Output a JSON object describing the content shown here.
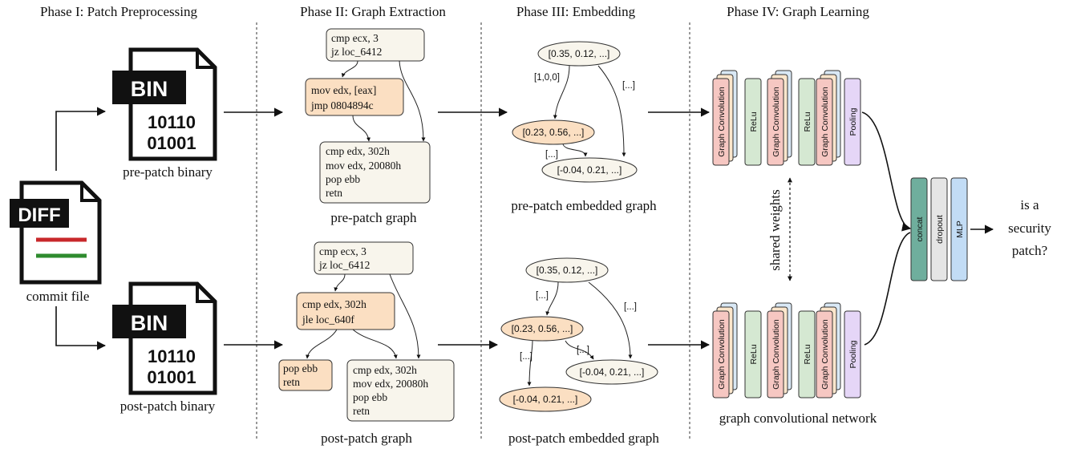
{
  "phases": [
    "Phase I: Patch Preprocessing",
    "Phase II: Graph Extraction",
    "Phase III: Embedding",
    "Phase IV: Graph Learning"
  ],
  "phase1": {
    "diff_icon": "DIFF",
    "commit_caption": "commit file",
    "bin_icon": "BIN",
    "bin_digits_1": "10110",
    "bin_digits_2": "01001",
    "pre_caption": "pre-patch binary",
    "post_caption": "post-patch binary",
    "diff_line_colors": [
      "#c8282b",
      "#2e8b2e"
    ]
  },
  "phase2": {
    "pre": {
      "block1": [
        "cmp ecx, 3",
        "jz loc_6412"
      ],
      "block2": [
        "mov edx, [eax]",
        "jmp 0804894c"
      ],
      "block3": [
        "cmp edx, 302h",
        "mov edx, 20080h",
        "pop ebb",
        "retn"
      ],
      "caption": "pre-patch graph"
    },
    "post": {
      "block1": [
        "cmp ecx, 3",
        "jz loc_6412"
      ],
      "block2": [
        "cmp edx, 302h",
        "jle loc_640f"
      ],
      "block3": [
        "pop ebb",
        "retn"
      ],
      "block4": [
        "cmp edx, 302h",
        "mov edx, 20080h",
        "pop ebb",
        "retn"
      ],
      "caption": "post-patch graph"
    }
  },
  "phase3": {
    "pre": {
      "node1": "[0.35, 0.12, ...]",
      "node2": "[0.23, 0.56, ...]",
      "node3": "[-0.04, 0.21, ...]",
      "edge1": "[1,0,0]",
      "edge2": "[...]",
      "edge3": "[...]",
      "caption": "pre-patch embedded graph"
    },
    "post": {
      "node1": "[0.35, 0.12, ...]",
      "node2": "[0.23, 0.56, ...]",
      "node3": "[-0.04, 0.21, ...]",
      "node4": "[-0.04, 0.21, ...]",
      "edge1": "[...]",
      "edge2": "[...]",
      "edge3": "[...]",
      "edge4": "[...]",
      "caption": "post-patch embedded graph"
    }
  },
  "phase4": {
    "layers": [
      "Graph Convolution",
      "ReLu",
      "Graph Convolution",
      "ReLu",
      "Graph Convolution",
      "Pooling"
    ],
    "shared": "shared weights",
    "gcn_caption": "graph convolutional network",
    "head": [
      "concat",
      "dropout",
      "MLP"
    ],
    "question": [
      "is a",
      "security",
      "patch?"
    ]
  },
  "colors": {
    "code_fill": "#f8f5ec",
    "highlight_fill": "#fbdfc2",
    "node_fill": "#f8f5ec",
    "node_highlight": "#fbdfc2",
    "gc": "#f6c7c2",
    "gc_back1": "#d9e8f5",
    "gc_back2": "#fbe6cc",
    "relu": "#d5e8d2",
    "pool": "#e5d6f7",
    "concat": "#6fae9d",
    "dropout": "#e5e5e5",
    "mlp": "#c2dcf5"
  }
}
